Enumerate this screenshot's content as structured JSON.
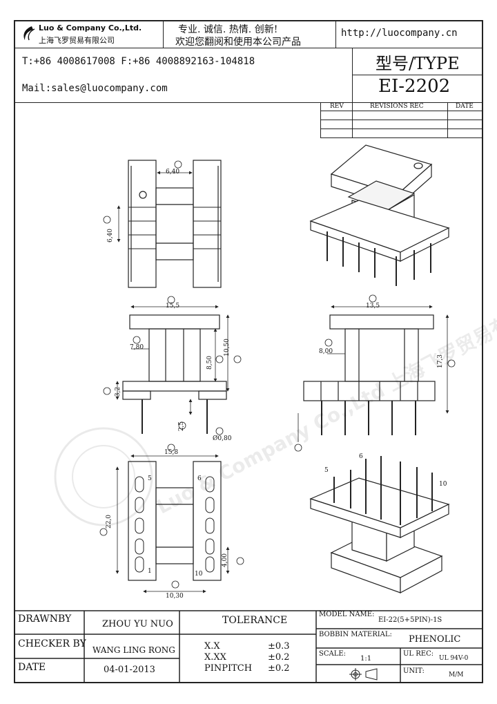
{
  "header": {
    "company_en": "Luo & Company Co.,Ltd.",
    "company_cn": "上海飞罗贸易有限公司",
    "slogan_1": "专业. 诚信. 热情. 创新!",
    "slogan_2": "欢迎您翻阅和使用本公司产品",
    "website": "http://luocompany.cn",
    "phone_fax": "T:+86 4008617008 F:+86 4008892163-104818",
    "mail": "Mail:sales@luocompany.com",
    "type_label": "型号/TYPE",
    "model": "EI-2202"
  },
  "revisions": {
    "col_rev": "REV",
    "col_rec": "REVISIONS REC",
    "col_date": "DATE"
  },
  "drawing": {
    "dim_top_w": "6,40",
    "dim_top_h": "6,40",
    "dim_front_j": "15,5",
    "dim_front_h": "7,80",
    "dim_front_85": "8,50",
    "dim_front_105": "10,50",
    "dim_front_32": "3,2",
    "dim_front_25": "2,5",
    "dim_front_pin": "Ø0,80",
    "dim_side_i": "13,5",
    "dim_side_h": "8,00",
    "dim_side_173": "17,3",
    "dim_bottom_158": "15,8",
    "dim_bottom_22": "22,0",
    "dim_bottom_4": "4,00",
    "dim_bottom_103": "10,30",
    "pin_labels": [
      "5",
      "6",
      "1",
      "10"
    ],
    "watermark": "Luo & Company Co.,Ltd 上海飞罗贸易有限公司"
  },
  "footer": {
    "drawnby_label": "DRAWNBY",
    "drawnby": "ZHOU YU NUO",
    "checker_label": "CHECKER BY",
    "checker": "WANG LING RONG",
    "date_label": "DATE",
    "date": "04-01-2013",
    "tolerance_label": "TOLERANCE",
    "tol_rows": [
      {
        "k": "X.X",
        "v": "±0.3"
      },
      {
        "k": "X.XX",
        "v": "±0.2"
      },
      {
        "k": "PINPITCH",
        "v": "±0.2"
      }
    ],
    "model_name_label": "MODEL NAME:",
    "model_name": "EI-22(5+5PIN)-1S",
    "bobbin_label": "BOBBIN MATERIAL:",
    "bobbin": "PHENOLIC",
    "scale_label": "SCALE:",
    "scale": "1:1",
    "ul_label": "UL REC:",
    "ul": "UL 94V-0",
    "unit_label": "UNIT:",
    "unit": "M/M"
  }
}
